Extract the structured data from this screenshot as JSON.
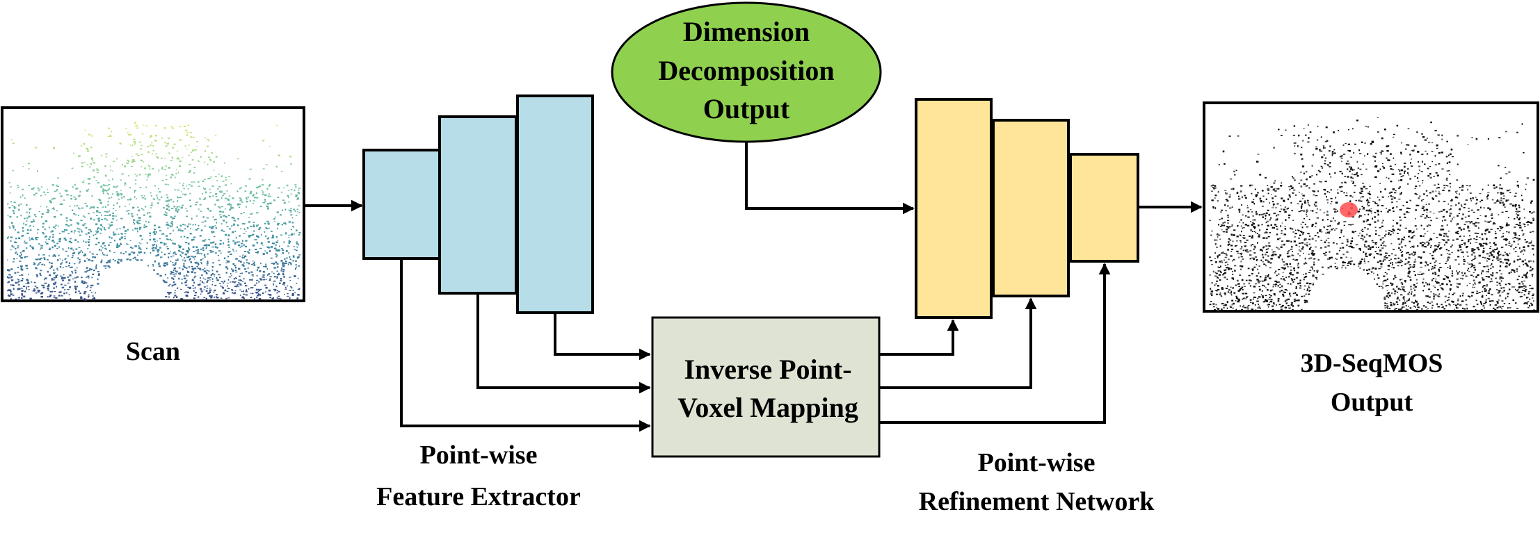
{
  "labels": {
    "scan": "Scan",
    "feature_extractor_line1": "Point-wise",
    "feature_extractor_line2": "Feature Extractor",
    "mapping_line1": "Inverse Point-",
    "mapping_line2": "Voxel Mapping",
    "dimension_line1": "Dimension",
    "dimension_line2": "Decomposition",
    "dimension_line3": "Output",
    "refinement_line1": "Point-wise",
    "refinement_line2": "Refinement Network",
    "output_line1": "3D-SeqMOS",
    "output_line2": "Output"
  },
  "colors": {
    "extractor_fill": "#b7dde9",
    "refinement_fill": "#ffe599",
    "mapping_fill": "#dfe3d3",
    "ellipse_fill": "#8fd14f",
    "stroke": "#000000",
    "highlight_points": "#ff4d4d"
  }
}
